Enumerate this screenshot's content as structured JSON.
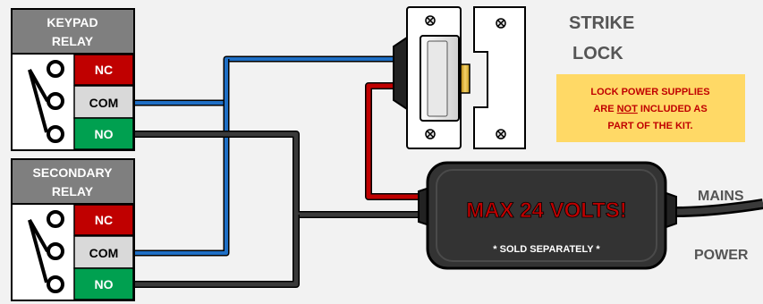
{
  "relays": [
    {
      "title_line1": "KEYPAD",
      "title_line2": "RELAY",
      "terminals": [
        "NC",
        "COM",
        "NO"
      ]
    },
    {
      "title_line1": "SECONDARY",
      "title_line2": "RELAY",
      "terminals": [
        "NC",
        "COM",
        "NO"
      ]
    }
  ],
  "strike_lock": {
    "line1": "STRIKE",
    "line2": "LOCK"
  },
  "notice": {
    "line1": "LOCK POWER SUPPLIES",
    "line2_pre": "ARE ",
    "line2_emph": "NOT",
    "line2_post": " INCLUDED AS",
    "line3": "PART OF THE KIT."
  },
  "power_supply": {
    "warning": "MAX 24 VOLTS!",
    "note": "* SOLD SEPARATELY *"
  },
  "mains": {
    "line1": "MAINS",
    "line2": "POWER"
  },
  "colors": {
    "background": "#f2f2f2",
    "nc_red": "#c00000",
    "com_gray": "#d9d9d9",
    "no_green": "#00a050",
    "header_gray": "#7f7f7f",
    "wire_blue": "#1f6fc5",
    "wire_red": "#c00000",
    "wire_dark": "#3a3a3a",
    "notice_bg": "#ffd966",
    "notice_text": "#c00000",
    "psu_body": "#333333",
    "warning_text": "#c00000"
  }
}
